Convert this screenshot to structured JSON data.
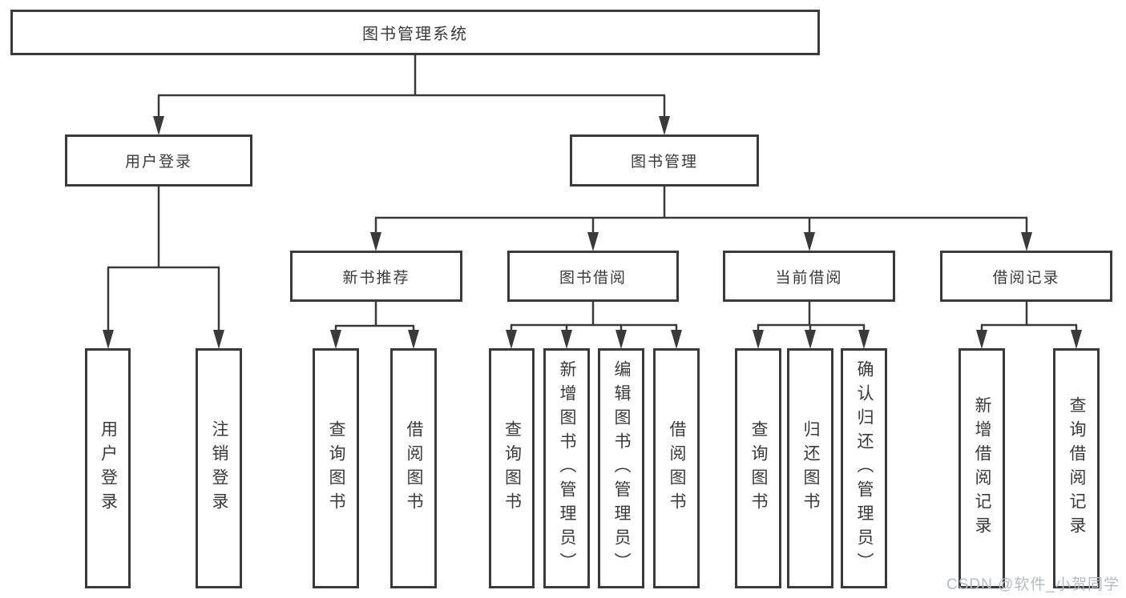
{
  "watermark": "CSDN @软件_小贺同学",
  "colors": {
    "line": "#3a3a3a",
    "text": "#3a3a3a",
    "background": "#ffffff",
    "watermark": "#b6bac2"
  },
  "diagram": {
    "root": "图书管理系统",
    "branches": [
      {
        "label": "用户登录",
        "children": [
          "用户登录",
          "注销登录"
        ]
      },
      {
        "label": "图书管理",
        "children": [
          {
            "label": "新书推荐",
            "children": [
              "查询图书",
              "借阅图书"
            ]
          },
          {
            "label": "图书借阅",
            "children": [
              "查询图书",
              "新增图书（管理员）",
              "编辑图书（管理员）",
              "借阅图书"
            ]
          },
          {
            "label": "当前借阅",
            "children": [
              "查询图书",
              "归还图书",
              "确认归还（管理员）"
            ]
          },
          {
            "label": "借阅记录",
            "children": [
              "新增借阅记录",
              "查询借阅记录"
            ]
          }
        ]
      }
    ]
  }
}
